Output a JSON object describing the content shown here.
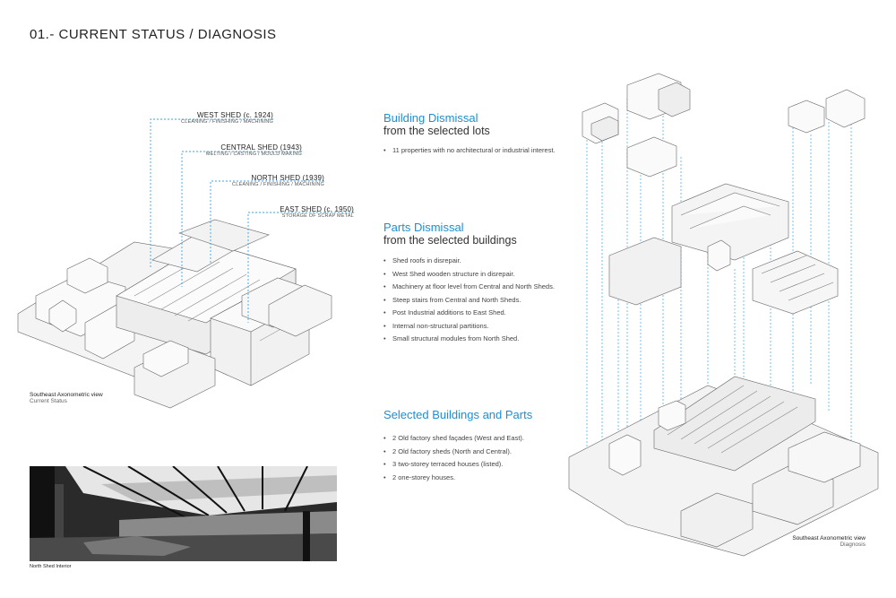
{
  "page": {
    "title": "01.- CURRENT STATUS / DIAGNOSIS"
  },
  "sheds": [
    {
      "name": "WEST SHED (c. 1924)",
      "uses": "CLEANING / FINISHING / MACHINING"
    },
    {
      "name": "CENTRAL SHED (1943)",
      "uses": "MELTING / CASTING / MOULD MAKING"
    },
    {
      "name": "NORTH SHED (1939)",
      "uses": "CLEANING / FINISHING / MACHINING"
    },
    {
      "name": "EAST SHED (c. 1950)",
      "uses": "STORAGE OF SCRAP METAL"
    }
  ],
  "left_view": {
    "caption": "Southeast Axonometric view",
    "sub": "Current Status"
  },
  "photo": {
    "caption": "North Shed Interior"
  },
  "sections": [
    {
      "title": "Building Dismissal",
      "subtitle": "from the selected lots",
      "items": [
        "11 properties with no architectural or industrial interest."
      ]
    },
    {
      "title": "Parts Dismissal",
      "subtitle": "from the selected buildings",
      "items": [
        "Shed roofs in disrepair.",
        "West Shed wooden structure in disrepair.",
        "Machinery at floor level from Central and North Sheds.",
        "Steep stairs from Central and North Sheds.",
        "Post Industrial additions to East Shed.",
        "Internal non-structural partitions.",
        "Small structural modules from North Shed."
      ]
    },
    {
      "title": "Selected Buildings and Parts",
      "subtitle": "",
      "items": [
        "2 Old factory shed façades (West and East).",
        "2 Old factory sheds (North and Central).",
        "3 two-storey terraced houses (listed).",
        "2 one-storey houses."
      ]
    }
  ],
  "right_view": {
    "caption": "Southeast Axonometric view",
    "sub": "Diagnosis"
  },
  "colors": {
    "accent": "#1b8fd6",
    "leader": "#3aa6e0",
    "line": "#555555"
  }
}
